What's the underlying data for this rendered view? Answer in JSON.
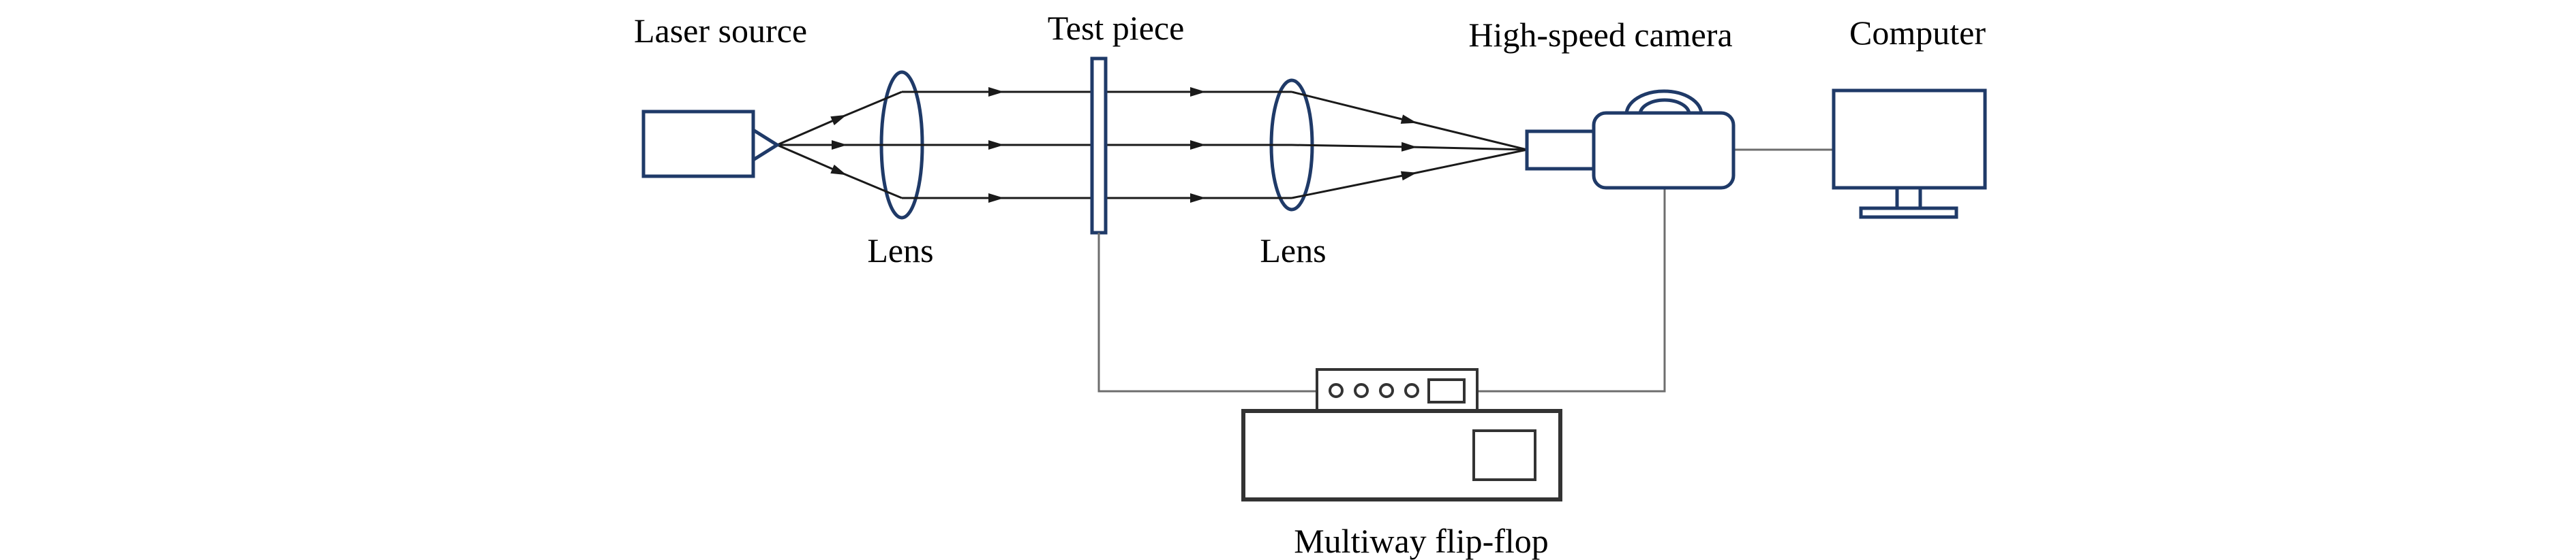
{
  "diagram": {
    "labels": {
      "laser_source": "Laser source",
      "lens_left": "Lens",
      "test_piece": "Test piece",
      "lens_right": "Lens",
      "high_speed_camera": "High-speed camera",
      "computer": "Computer",
      "multiway_flip_flop": "Multiway flip-flop"
    },
    "colors": {
      "shape_stroke": "#1f3a68",
      "beam_stroke": "#1a1a1a",
      "connector_stroke": "#6e6e6e",
      "device_stroke": "#333333",
      "text": "#000000",
      "background": "#ffffff"
    }
  }
}
